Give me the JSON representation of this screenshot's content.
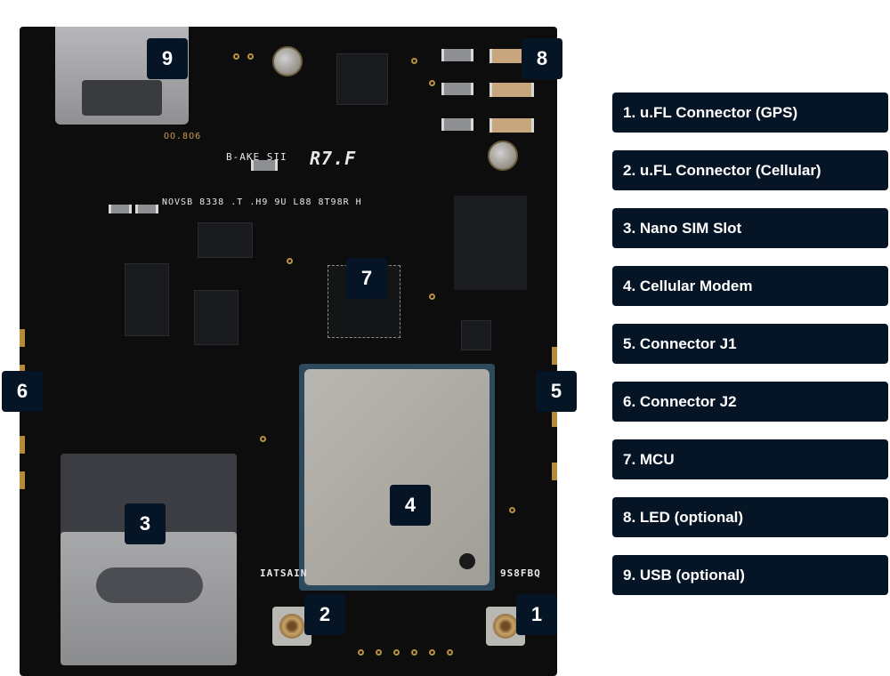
{
  "figure": {
    "subject": "Cellular IoT PCB board diagram with numbered component callouts",
    "colors": {
      "callout_background": "#061526",
      "callout_text": "#ffffff",
      "board": "#0d0d0e",
      "via_gold": "#b8913f"
    }
  },
  "callouts": [
    {
      "number": "1",
      "target": "u.FL Connector (GPS)"
    },
    {
      "number": "2",
      "target": "u.FL Connector (Cellular)"
    },
    {
      "number": "3",
      "target": "Nano SIM Slot"
    },
    {
      "number": "4",
      "target": "Cellular Modem"
    },
    {
      "number": "5",
      "target": "Connector J1"
    },
    {
      "number": "6",
      "target": "Connector J2"
    },
    {
      "number": "7",
      "target": "MCU"
    },
    {
      "number": "8",
      "target": "LED (optional)"
    },
    {
      "number": "9",
      "target": "USB (optional)"
    }
  ],
  "legend": {
    "items": [
      "1. u.FL Connector (GPS)",
      "2. u.FL Connector (Cellular)",
      "3. Nano SIM Slot",
      "4. Cellular Modem",
      "5. Connector J1",
      "6. Connector J2",
      "7. MCU",
      "8. LED (optional)",
      "9. USB (optional)"
    ]
  },
  "silkscreen": {
    "line1": "B-AKE SII",
    "logo": "R7.F",
    "line2": "NOVSB 8338 .T .H9   9U L88 8T98R H",
    "label_near_modem": "IATSAIN",
    "label_right": "9S8FBQ",
    "label_usb": "OO.8O6"
  }
}
